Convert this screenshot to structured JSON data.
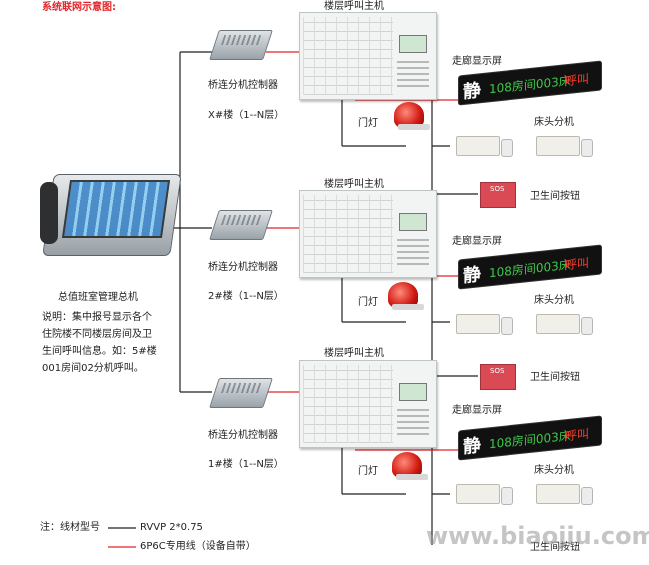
{
  "title": "系统联网示意图:",
  "admin": {
    "label": "总值班室管理总机",
    "description_lines": [
      "说明：集中报号显示各个",
      "住院楼不同楼层房间及卫",
      "生间呼叫信息。如：5#楼",
      "001房间02分机呼叫。"
    ]
  },
  "floors": [
    {
      "host_label": "楼层呼叫主机",
      "bridge_label": "桥连分机控制器",
      "building_label": "X#楼（1--N层）",
      "corridor_label": "走廊显示屏",
      "door_lamp_label": "门灯",
      "bedside_label": "床头分机",
      "toilet_label": "卫生间按钮"
    },
    {
      "host_label": "楼层呼叫主机",
      "bridge_label": "桥连分机控制器",
      "building_label": "2#楼（1--N层）",
      "corridor_label": "走廊显示屏",
      "door_lamp_label": "门灯",
      "bedside_label": "床头分机",
      "toilet_label": "卫生间按钮"
    },
    {
      "host_label": "楼层呼叫主机",
      "bridge_label": "桥连分机控制器",
      "building_label": "1#楼（1--N层）",
      "corridor_label": "走廊显示屏",
      "door_lamp_label": "门灯",
      "bedside_label": "床头分机",
      "toilet_label": "卫生间按钮"
    }
  ],
  "display_screen": {
    "static_char": "静",
    "green_text": "108房间003床",
    "red_text": "呼叫"
  },
  "sos_text": "SOS",
  "legend": {
    "prefix": "注：线材型号",
    "black_line_label": "RVVP 2*0.75",
    "red_line_label": "6P6C专用线（设备自带）",
    "black_color": "#222222",
    "red_color": "#e0262a"
  },
  "watermark": "www.biaojiu.com"
}
